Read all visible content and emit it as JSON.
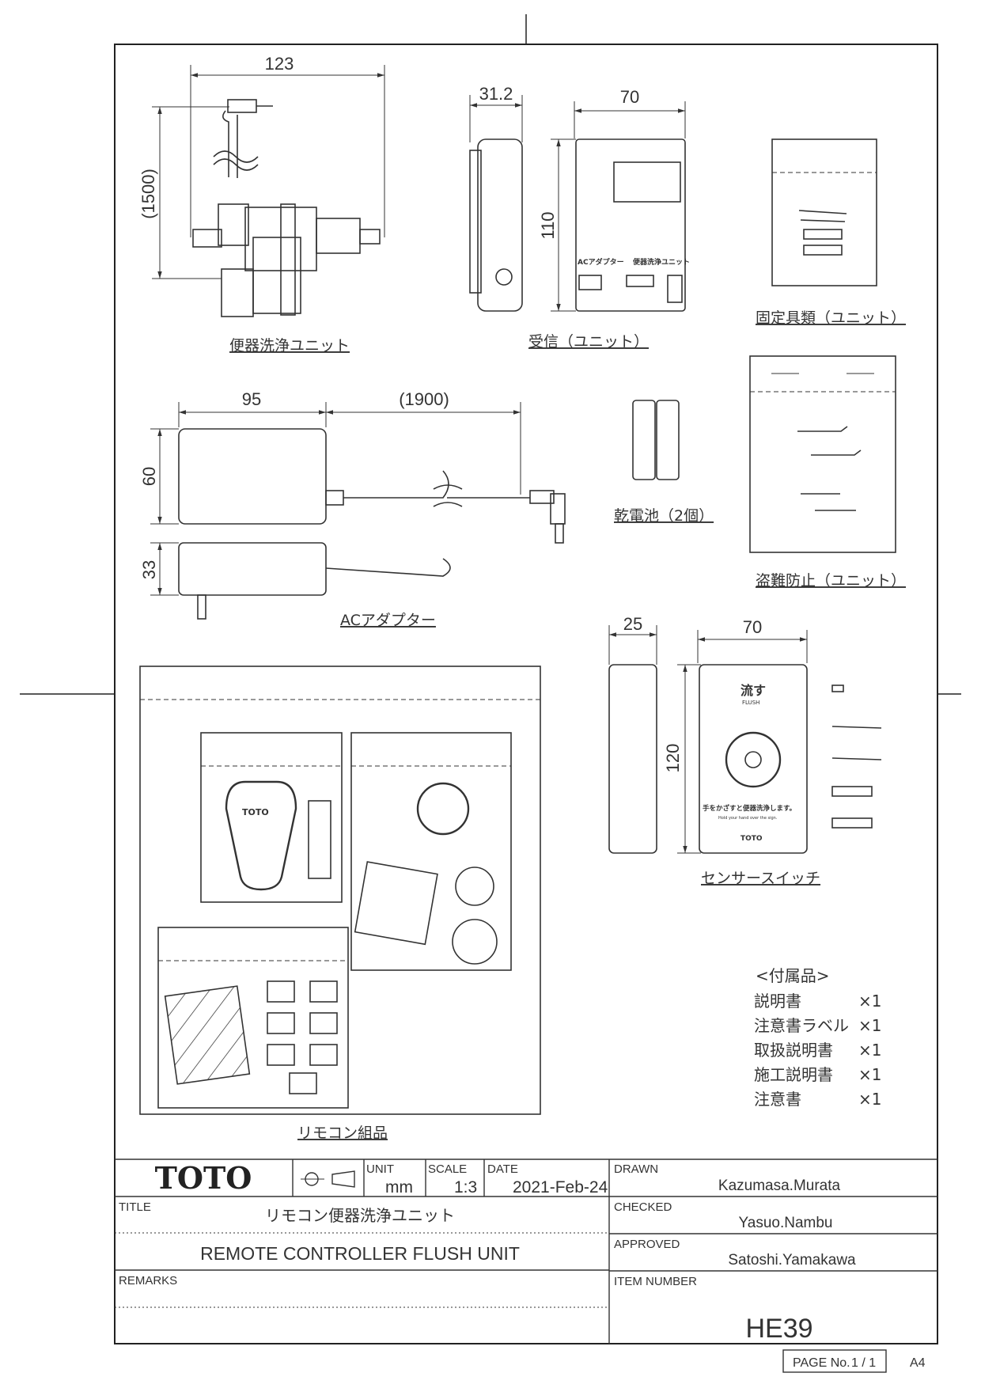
{
  "dimensions": {
    "flush_unit_width": "123",
    "flush_unit_cable": "(1500)",
    "receiver_depth": "31.2",
    "receiver_width": "70",
    "receiver_height": "110",
    "adapter_width": "95",
    "adapter_cable": "(1900)",
    "adapter_height": "60",
    "adapter_depth": "33",
    "sensor_depth": "25",
    "sensor_width": "70",
    "sensor_height": "120"
  },
  "parts": {
    "flush_unit": "便器洗浄ユニット",
    "receiver": "受信（ユニット）",
    "fixings": "固定具類（ユニット）",
    "batteries": "乾電池（2個）",
    "antitheft": "盗難防止（ユニット）",
    "ac_adapter": "ACアダプター",
    "sensor_switch": "センサースイッチ",
    "remote_set": "リモコン組品"
  },
  "receiver_labels": {
    "ac": "ACアダプター",
    "flush": "便器洗浄ユニット"
  },
  "sensor_labels": {
    "flush_jp": "流す",
    "flush_en": "FLUSH",
    "instruction_jp": "手をかざすと便器洗浄します。",
    "instruction_en": "Hold your hand over the sign.",
    "brand": "TOTO"
  },
  "remote_brand": "TOTO",
  "accessories": {
    "heading": "<付属品>",
    "items": [
      {
        "name": "説明書",
        "qty": "×1"
      },
      {
        "name": "注意書ラベル",
        "qty": "×1"
      },
      {
        "name": "取扱説明書",
        "qty": "×1"
      },
      {
        "name": "施工説明書",
        "qty": "×1"
      },
      {
        "name": "注意書",
        "qty": "×1"
      }
    ]
  },
  "title_block": {
    "logo": "TOTO",
    "unit_label": "UNIT",
    "unit_value": "mm",
    "scale_label": "SCALE",
    "scale_value": "1:3",
    "date_label": "DATE",
    "date_value": "2021-Feb-24",
    "title_label": "TITLE",
    "title_jp": "リモコン便器洗浄ユニット",
    "title_en": "REMOTE CONTROLLER FLUSH UNIT",
    "remarks_label": "REMARKS",
    "drawn_label": "DRAWN",
    "drawn_value": "Kazumasa.Murata",
    "checked_label": "CHECKED",
    "checked_value": "Yasuo.Nambu",
    "approved_label": "APPROVED",
    "approved_value": "Satoshi.Yamakawa",
    "item_label": "ITEM NUMBER",
    "item_value": "HE39",
    "page_label": "PAGE No.",
    "page_value": "1 / 1",
    "paper": "A4"
  }
}
